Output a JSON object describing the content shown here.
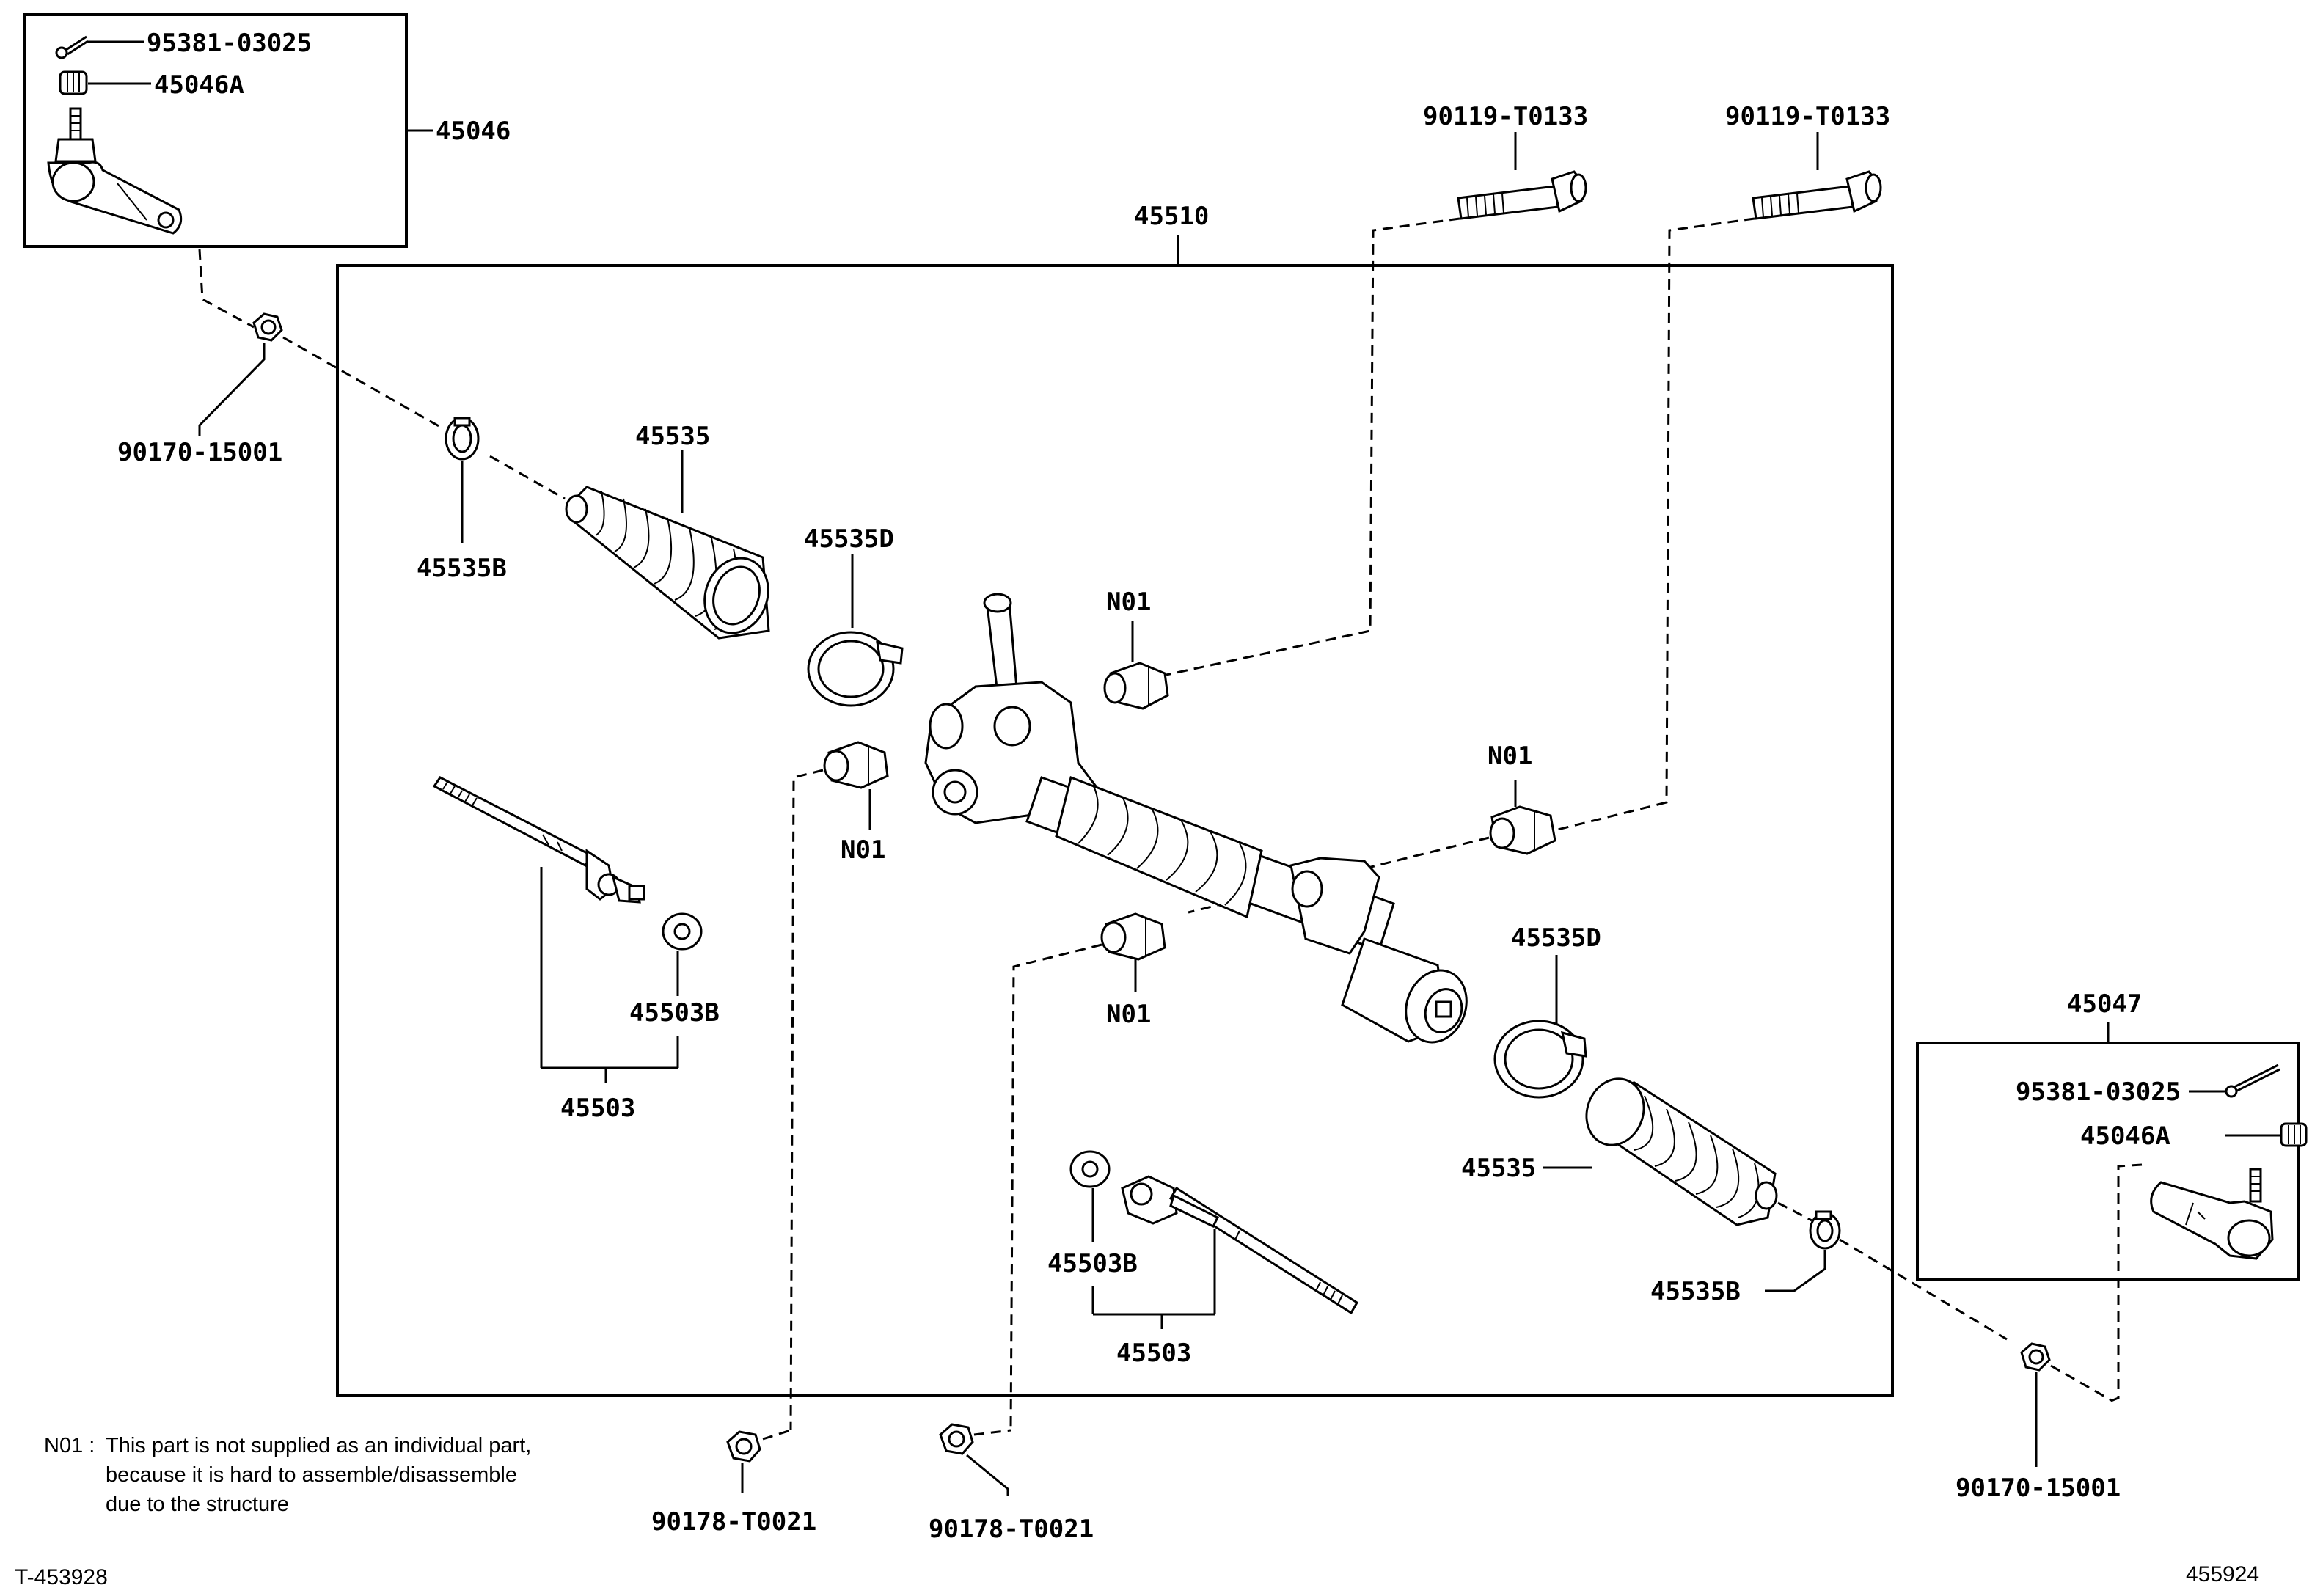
{
  "labels": {
    "cotter_pin_left": "95381-03025",
    "nut_left": "45046A",
    "tie_rod_end_left": "45046",
    "bolt_1": "90119-T0133",
    "bolt_2": "90119-T0133",
    "rack_assembly": "45510",
    "nut_left_lower": "90170-15001",
    "boot_left": "45535",
    "clip_left": "45535B",
    "clamp_left": "45535D",
    "bushing_upper": "N01",
    "bushing_left": "N01",
    "bushing_right": "N01",
    "bushing_lower": "N01",
    "clamp_right": "45535D",
    "inner_rod_left": "45503",
    "washer_left": "45503B",
    "tie_rod_end_right": "45047",
    "cotter_pin_right": "95381-03025",
    "nut_right": "45046A",
    "boot_right": "45535",
    "clip_right": "45535B",
    "washer_right": "45503B",
    "inner_rod_right": "45503",
    "nut_right_lower": "90170-15001",
    "bolt_nut_1": "90178-T0021",
    "bolt_nut_2": "90178-T0021"
  },
  "note": {
    "key": "N01 :",
    "line1": "This part is not supplied as an individual part,",
    "line2": "because it is hard to assemble/disassemble",
    "line3": "due to the structure"
  },
  "footer": {
    "left_code": "T-453928",
    "right_code": "455924"
  }
}
